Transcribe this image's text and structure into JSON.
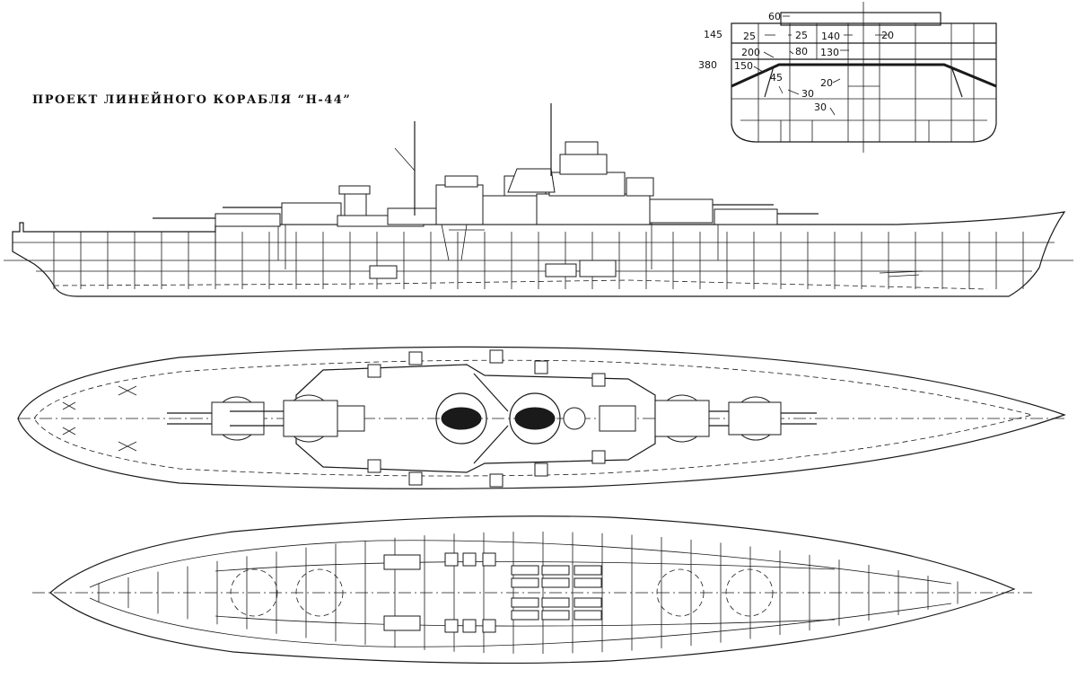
{
  "title": "ПРОЕКТ ЛИНЕЙНОГО КОРАБЛЯ “Н-44”",
  "section": {
    "labels": [
      "60",
      "145",
      "25",
      "25",
      "140",
      "20",
      "380",
      "200",
      "80",
      "130",
      "150",
      "45",
      "20",
      "30",
      "30"
    ]
  }
}
